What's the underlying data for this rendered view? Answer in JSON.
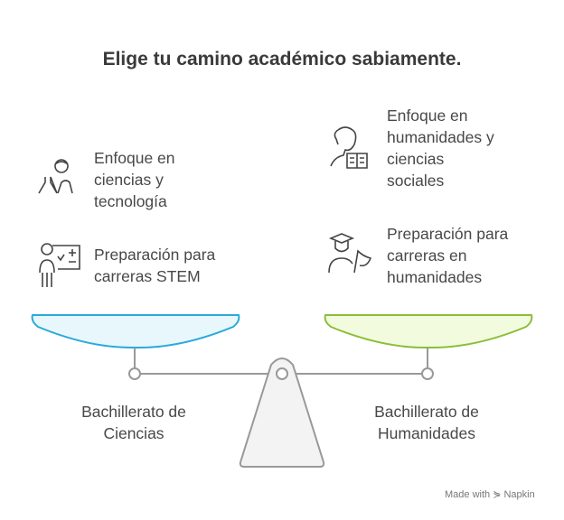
{
  "title": "Elige tu camino académico sabiamente.",
  "left": {
    "label": "Bachillerato de\nCiencias",
    "color": "#29a9dc",
    "fill": "#e8f7fc",
    "items": [
      {
        "text": "Enfoque en\nciencias y\ntecnología",
        "icon": "scientist-flask-icon"
      },
      {
        "text": "Preparación para\ncarreras STEM",
        "icon": "teacher-math-board-icon"
      }
    ]
  },
  "right": {
    "label": "Bachillerato de\nHumanidades",
    "color": "#8cbd3a",
    "fill": "#f3fbdf",
    "items": [
      {
        "text": "Enfoque en\nhumanidades y\nciencias\nsociales",
        "icon": "reader-book-icon"
      },
      {
        "text": "Preparación para\ncarreras en\nhumanidades",
        "icon": "graduate-flag-icon"
      }
    ]
  },
  "footer": "Made with ⋟ Napkin"
}
